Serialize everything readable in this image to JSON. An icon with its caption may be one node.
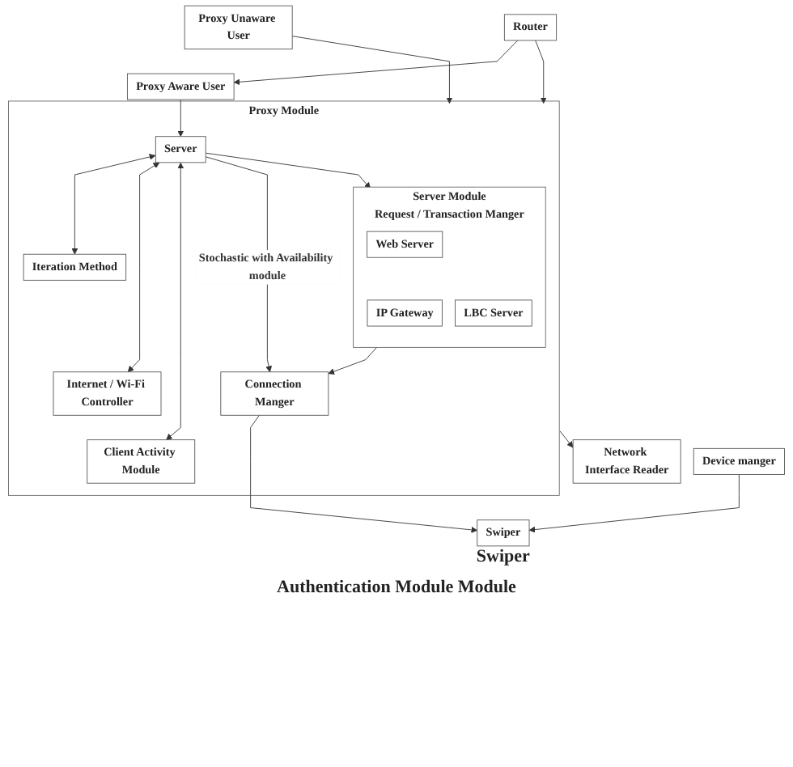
{
  "diagram": {
    "nodes": [
      {
        "text": [
          "Proxy Unaware User"
        ]
      },
      {
        "text": [
          "Router"
        ]
      },
      {
        "text": [
          "Proxy Aware User"
        ]
      },
      {
        "text": [
          "Proxy Module"
        ]
      },
      {
        "text": [
          "Server"
        ],
        "in": 3
      },
      {
        "text": [
          "Server Module",
          "Request / Transaction Manger"
        ],
        "in": 3
      },
      {
        "text": [
          "Web Server"
        ],
        "in": 5
      },
      {
        "text": [
          "LBC Server"
        ],
        "in": 5
      },
      {
        "text": [
          "IP Gateway"
        ],
        "in": 5
      },
      {
        "text": [
          "Iteration Method"
        ],
        "in": 3
      },
      {
        "text": [
          "Internet / Wi-Fi Controller"
        ],
        "in": 3
      },
      {
        "text": [
          "Client Activity Module"
        ],
        "in": 3
      },
      {
        "text": [
          "Connection Manger"
        ],
        "in": 3
      },
      {
        "text": [
          "Network Interface Reader"
        ]
      },
      {
        "text": [
          "Device manger"
        ]
      },
      {
        "text": [
          "Swiper"
        ],
        "beside": [
          "Swiper"
        ]
      }
    ],
    "edges": [
      {
        "from": 0,
        "to": 3,
        "arrow": "to"
      },
      {
        "from": 1,
        "to": 3,
        "arrow": "to"
      },
      {
        "from": 1,
        "to": 2,
        "arrow": "to"
      },
      {
        "from": 2,
        "to": 4,
        "arrow": "to"
      },
      {
        "from": 4,
        "to": 5,
        "arrow": "to"
      },
      {
        "from": 4,
        "to": 9,
        "arrow": "both"
      },
      {
        "from": 4,
        "to": 10,
        "arrow": "both"
      },
      {
        "from": 4,
        "to": 11,
        "arrow": "both"
      },
      {
        "from": 5,
        "to": 12,
        "arrow": "to"
      },
      {
        "from": 4,
        "to": 12,
        "arrow": "to",
        "label": "Stochastic with Availability module"
      },
      {
        "from": 3,
        "to": 13,
        "arrow": "to"
      },
      {
        "from": 12,
        "to": 15,
        "arrow": "to"
      },
      {
        "from": 14,
        "to": 15,
        "arrow": "to"
      }
    ],
    "labels": [
      "Authentication Module Module"
    ]
  }
}
